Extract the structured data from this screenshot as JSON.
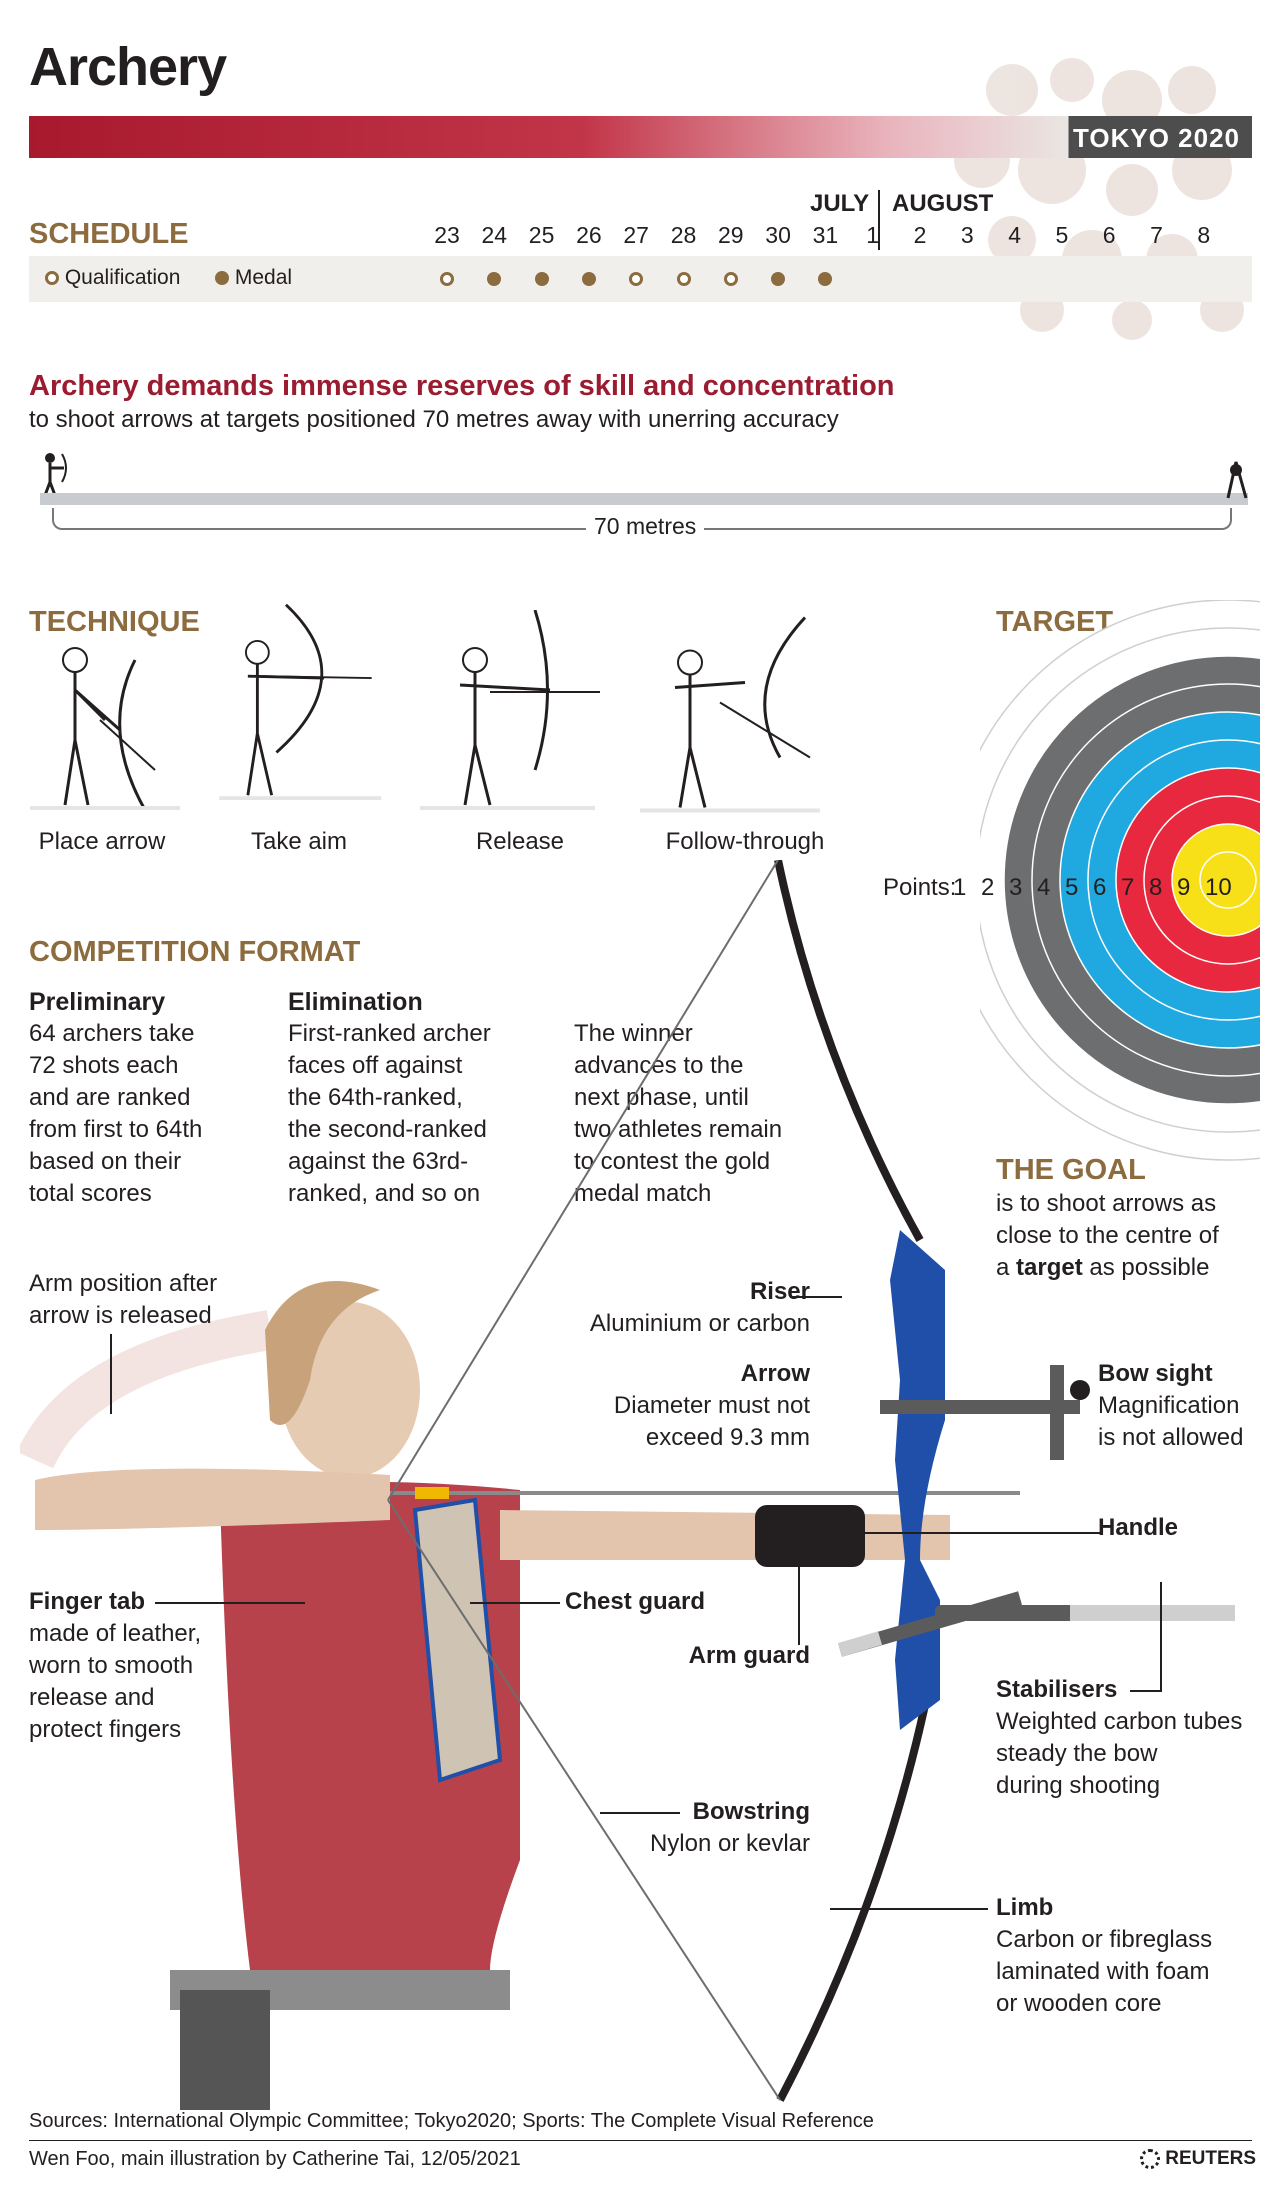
{
  "title": "Archery",
  "banner_label": "TOKYO 2020",
  "schedule": {
    "heading": "SCHEDULE",
    "legend_qualification": "Qualification",
    "legend_medal": "Medal",
    "month_july": "JULY",
    "month_august": "AUGUST",
    "dates": [
      "23",
      "24",
      "25",
      "26",
      "27",
      "28",
      "29",
      "30",
      "31",
      "1",
      "2",
      "3",
      "4",
      "5",
      "6",
      "7",
      "8"
    ],
    "events": [
      "qualification",
      "medal",
      "medal",
      "medal",
      "qualification",
      "qualification",
      "qualification",
      "medal",
      "medal",
      "",
      "",
      "",
      "",
      "",
      "",
      "",
      ""
    ]
  },
  "headline": "Archery demands immense reserves of skill and concentration",
  "subhead": "to shoot arrows at targets positioned 70 metres away with unerring accuracy",
  "distance_label": "70 metres",
  "technique": {
    "heading": "TECHNIQUE",
    "steps": [
      "Place arrow",
      "Take aim",
      "Release",
      "Follow-through"
    ]
  },
  "target": {
    "heading": "TARGET",
    "points_label": "Points:",
    "points": [
      "1",
      "2",
      "3",
      "4",
      "5",
      "6",
      "7",
      "8",
      "9",
      "10"
    ],
    "ring_colors": [
      "#ffffff",
      "#ffffff",
      "#231f20",
      "#231f20",
      "#1fa9e0",
      "#1fa9e0",
      "#e8283e",
      "#e8283e",
      "#f7e017",
      "#f7e017"
    ]
  },
  "goal": {
    "heading": "THE GOAL",
    "line1": "is to shoot arrows as",
    "line2": "close to the centre of",
    "line3_pre": "a ",
    "line3_bold": "target",
    "line3_post": " as possible"
  },
  "format": {
    "heading": "COMPETITION FORMAT",
    "preliminary_title": "Preliminary",
    "preliminary_lines": [
      "64 archers take",
      "72 shots each",
      "and are ranked",
      "from first to 64th",
      "based on their",
      "total scores"
    ],
    "elimination_title": "Elimination",
    "elimination_lines": [
      "First-ranked archer",
      "faces off against",
      "the 64th-ranked,",
      "the second-ranked",
      "against the 63rd-",
      "ranked, and so on"
    ],
    "winner_lines": [
      "The winner",
      "advances to the",
      "next phase, until",
      "two athletes remain",
      "to contest the gold",
      "medal match"
    ]
  },
  "callouts": {
    "arm_position": [
      "Arm position after",
      "arrow is released"
    ],
    "riser_title": "Riser",
    "riser_text": "Aluminium or carbon",
    "arrow_title": "Arrow",
    "arrow_text": [
      "Diameter must not",
      "exceed 9.3 mm"
    ],
    "bow_sight_title": "Bow sight",
    "bow_sight_text": [
      "Magnification",
      "is not allowed"
    ],
    "handle_title": "Handle",
    "finger_tab_title": "Finger tab",
    "finger_tab_text": [
      "made of leather,",
      "worn to smooth",
      "release and",
      "protect fingers"
    ],
    "chest_guard_title": "Chest guard",
    "arm_guard_title": "Arm guard",
    "stabilisers_title": "Stabilisers",
    "stabilisers_text": [
      "Weighted carbon tubes",
      "steady the bow",
      "during shooting"
    ],
    "bowstring_title": "Bowstring",
    "bowstring_text": "Nylon or kevlar",
    "limb_title": "Limb",
    "limb_text": [
      "Carbon or fibreglass",
      "laminated with foam",
      "or wooden core"
    ]
  },
  "footer": {
    "sources": "Sources: International Olympic Committee; Tokyo2020; Sports: The Complete Visual Reference",
    "credit": "Wen Foo, main illustration by Catherine Tai, 12/05/2021",
    "logo": "REUTERS"
  },
  "colors": {
    "accent_red": "#9b1c31",
    "section_brown": "#8c6b3e",
    "bow_blue": "#1f4fa8"
  }
}
